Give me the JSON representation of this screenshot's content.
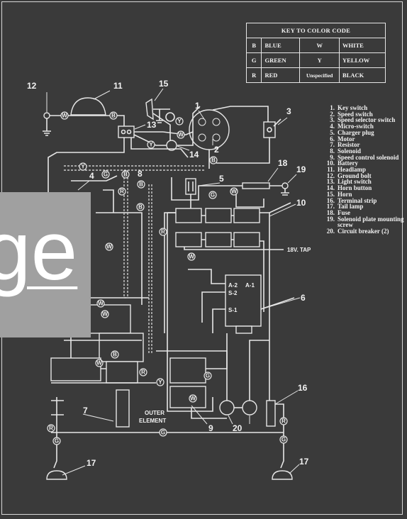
{
  "key_table": {
    "title": "KEY TO COLOR CODE",
    "rows": [
      {
        "code": "B",
        "color": "BLUE",
        "code2": "W",
        "color2": "WHITE"
      },
      {
        "code": "G",
        "color": "GREEN",
        "code2": "Y",
        "color2": "YELLOW"
      },
      {
        "code": "R",
        "color": "RED",
        "code2": "Unspecified",
        "color2": "BLACK"
      }
    ]
  },
  "legend": [
    {
      "n": "1.",
      "text": "Key switch"
    },
    {
      "n": "2.",
      "text": "Speed switch"
    },
    {
      "n": "3.",
      "text": "Speed selector switch"
    },
    {
      "n": "4.",
      "text": "Micro-switch"
    },
    {
      "n": "5.",
      "text": "Charger plug"
    },
    {
      "n": "6.",
      "text": "Motor"
    },
    {
      "n": "7.",
      "text": "Resistor"
    },
    {
      "n": "8.",
      "text": "Solenoid"
    },
    {
      "n": "9.",
      "text": "Speed control solenoid"
    },
    {
      "n": "10.",
      "text": "Battery"
    },
    {
      "n": "11.",
      "text": "Headlamp"
    },
    {
      "n": "12.",
      "text": "Ground bolt"
    },
    {
      "n": "13.",
      "text": "Light switch"
    },
    {
      "n": "14.",
      "text": "Horn button"
    },
    {
      "n": "15.",
      "text": "Horn"
    },
    {
      "n": "16.",
      "text": "Terminal strip"
    },
    {
      "n": "17.",
      "text": "Tail lamp"
    },
    {
      "n": "18.",
      "text": "Fuse"
    },
    {
      "n": "19.",
      "text": "Solenoid plate mounting screw"
    },
    {
      "n": "20.",
      "text": "Circuit breaker (2)"
    }
  ],
  "labels": {
    "tap": "18V. TAP",
    "outer_line1": "OUTER",
    "outer_line2": "ELEMENT",
    "motor_a2": "A-2",
    "motor_a1": "A-1",
    "motor_s2": "S-2",
    "motor_s1": "S-1",
    "callouts": [
      "1",
      "2",
      "3",
      "4",
      "5",
      "6",
      "7",
      "8",
      "9",
      "10",
      "11",
      "12",
      "13",
      "14",
      "15",
      "16",
      "17",
      "17",
      "18",
      "19",
      "20"
    ]
  },
  "overlay_text": "ge"
}
